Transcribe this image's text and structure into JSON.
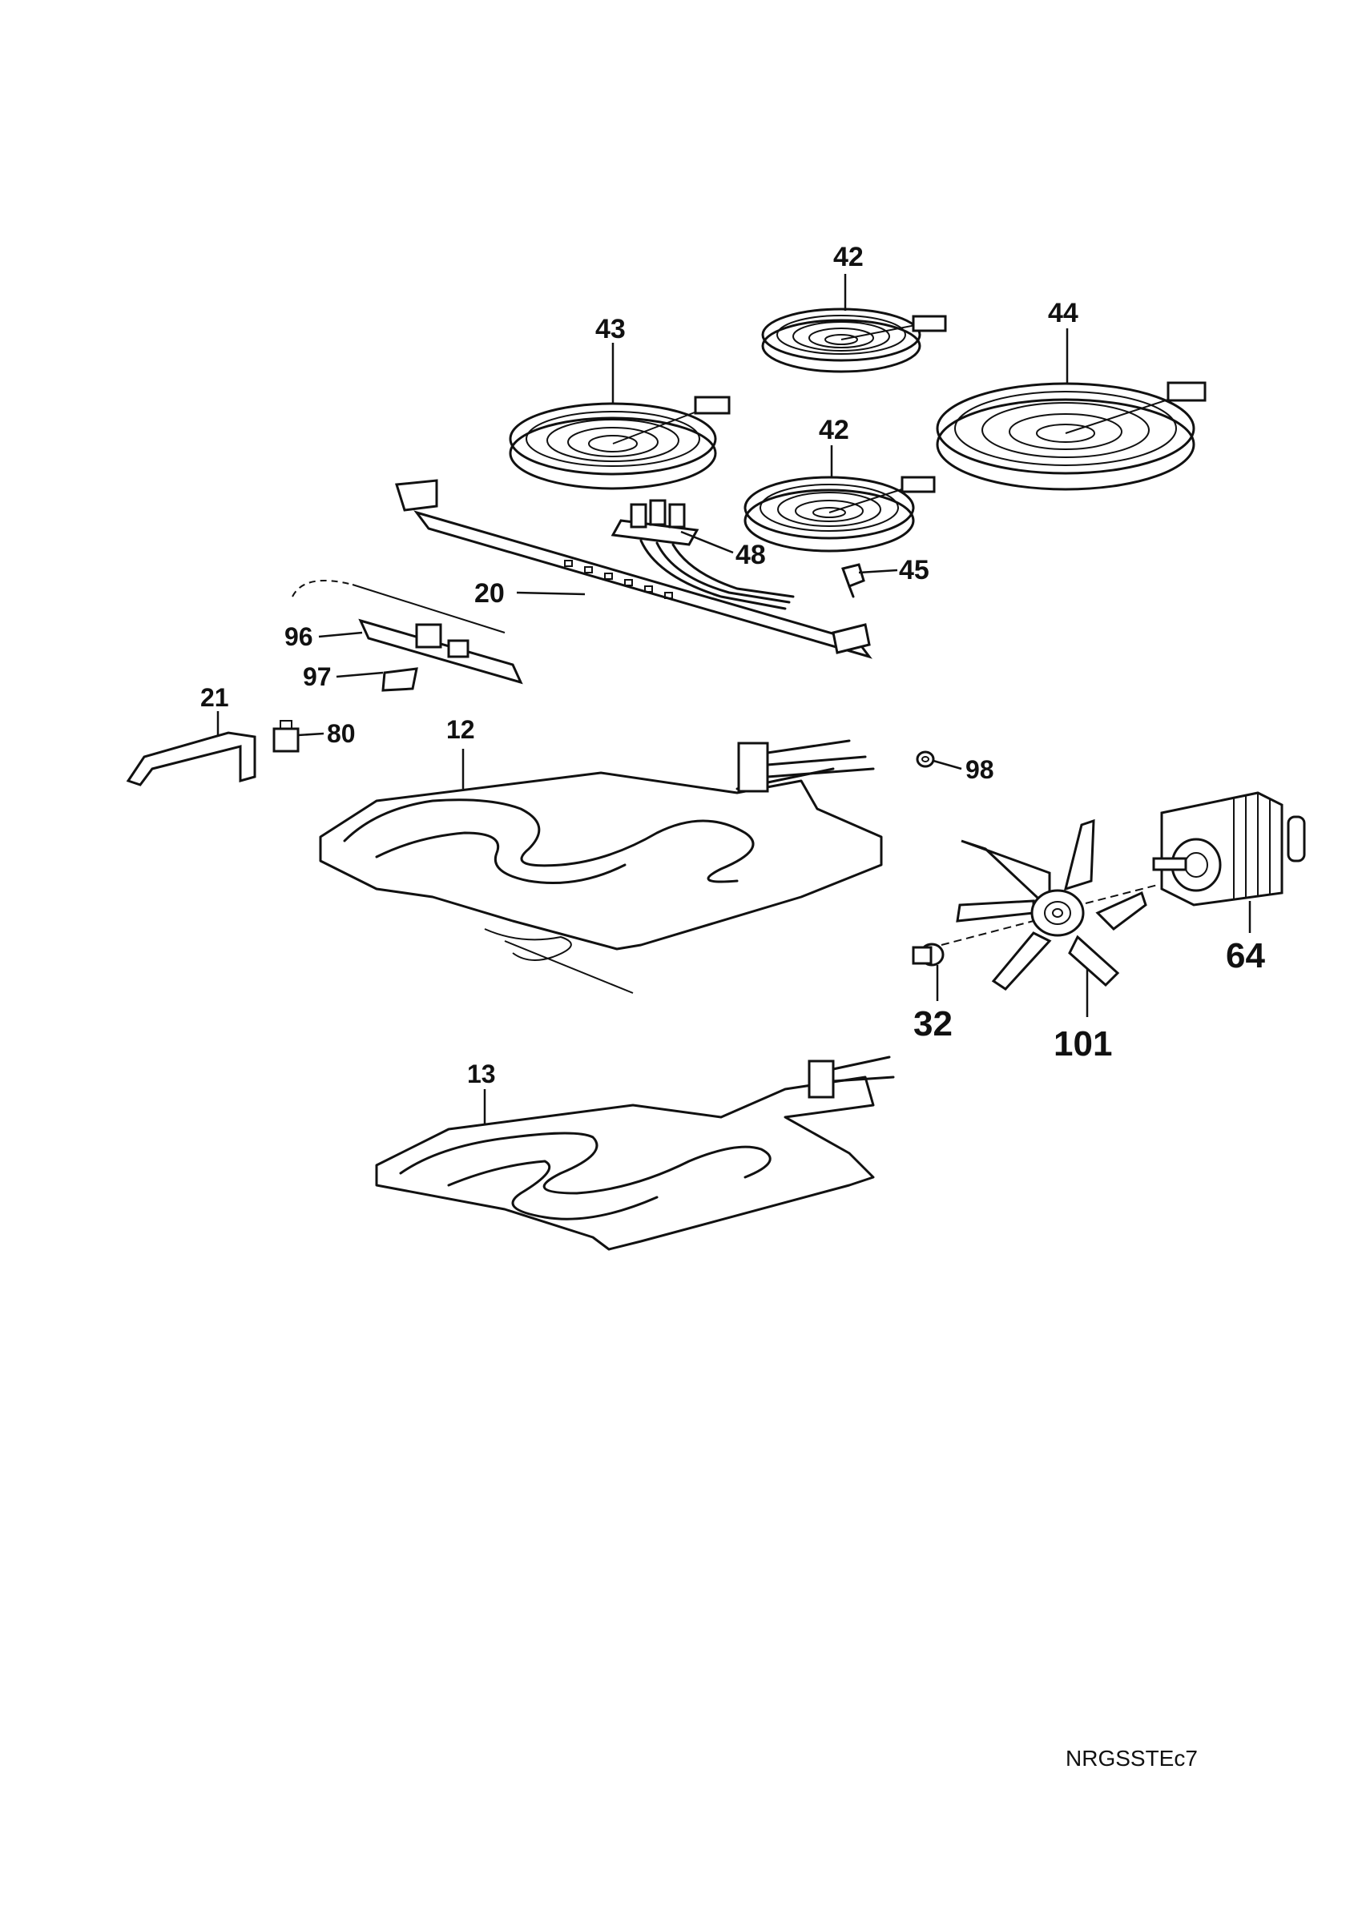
{
  "callouts": {
    "c42a": "42",
    "c43": "43",
    "c44": "44",
    "c42b": "42",
    "c48": "48",
    "c45": "45",
    "c20": "20",
    "c96": "96",
    "c97": "97",
    "c21": "21",
    "c80": "80",
    "c12": "12",
    "c98": "98",
    "c64": "64",
    "c32": "32",
    "c101": "101",
    "c13": "13"
  },
  "drawing_code": "NRGSSTEc7"
}
